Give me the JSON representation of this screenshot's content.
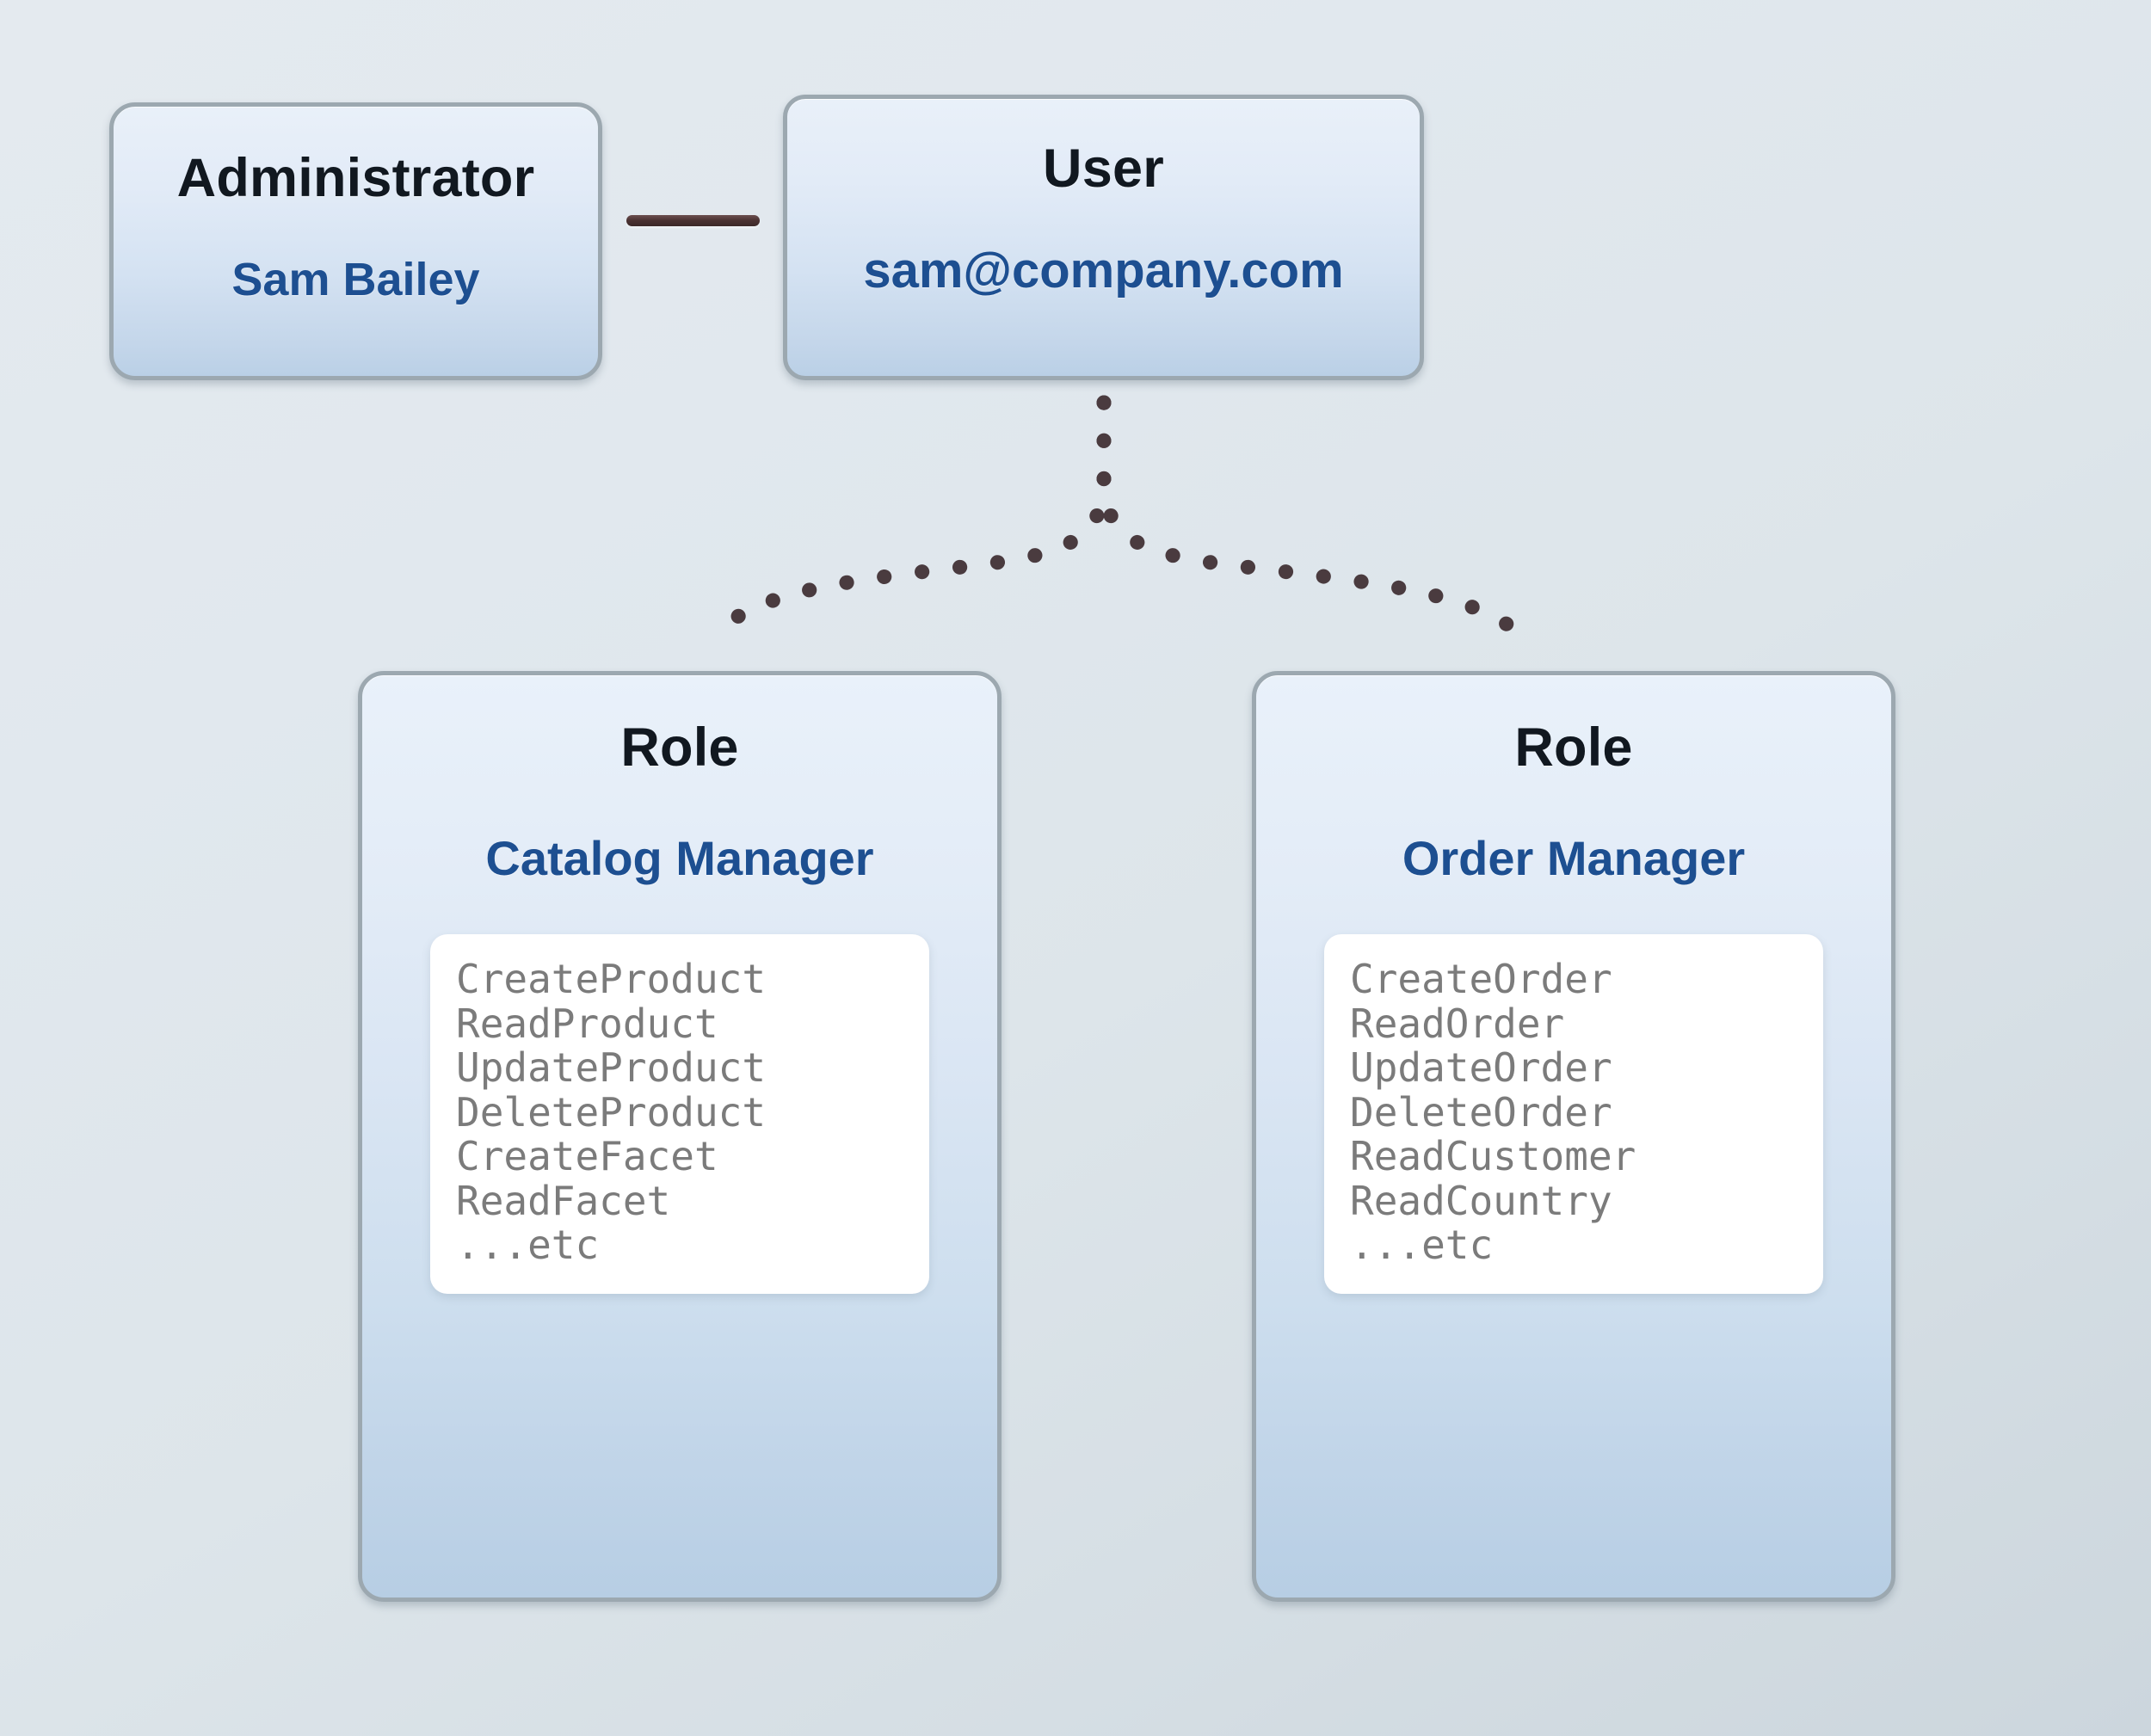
{
  "diagram": {
    "title_text_color": "#111820",
    "value_text_color": "#1d4f91",
    "permission_text_color": "#7b7b7b",
    "connector_color": "#4a3b3f",
    "node_border_color": "#9ca8b0"
  },
  "admin": {
    "title": "Administrator",
    "name": "Sam Bailey"
  },
  "user": {
    "title": "User",
    "email": "sam@company.com"
  },
  "roles": [
    {
      "title": "Role",
      "name": "Catalog Manager",
      "permissions": [
        "CreateProduct",
        "ReadProduct",
        "UpdateProduct",
        "DeleteProduct",
        "CreateFacet",
        "ReadFacet",
        "...etc"
      ]
    },
    {
      "title": "Role",
      "name": "Order Manager",
      "permissions": [
        "CreateOrder",
        "ReadOrder",
        "UpdateOrder",
        "DeleteOrder",
        "ReadCustomer",
        "ReadCountry",
        "...etc"
      ]
    }
  ]
}
